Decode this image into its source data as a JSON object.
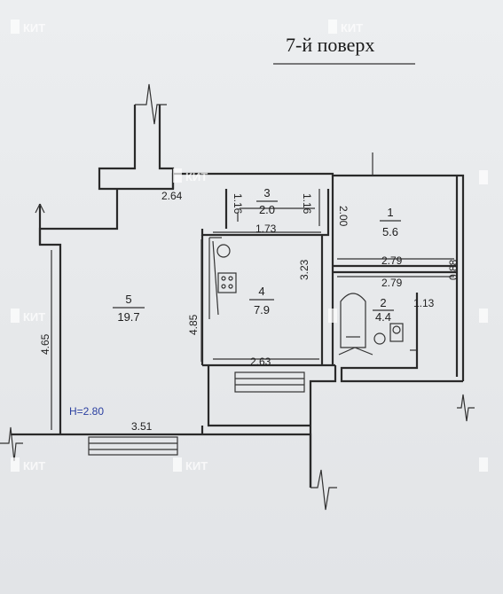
{
  "floor_title": "7-й поверх",
  "height_label": "H=2.80",
  "watermark": "КИТ",
  "rooms": [
    {
      "number": "1",
      "area": "5.6"
    },
    {
      "number": "2",
      "area": "4.4"
    },
    {
      "number": "3",
      "area": "2.0"
    },
    {
      "number": "4",
      "area": "7.9"
    },
    {
      "number": "5",
      "area": "19.7"
    }
  ],
  "dimensions": {
    "d264": "2.64",
    "d116a": "1.16",
    "d116b": "1.16",
    "d173": "1.73",
    "d200": "2.00",
    "d279a": "2.79",
    "d279b": "2.79",
    "d088": "0.88",
    "d113": "1.13",
    "d323": "3.23",
    "d485": "4.85",
    "d465": "4.65",
    "d263": "2.63",
    "d351": "3.51"
  }
}
